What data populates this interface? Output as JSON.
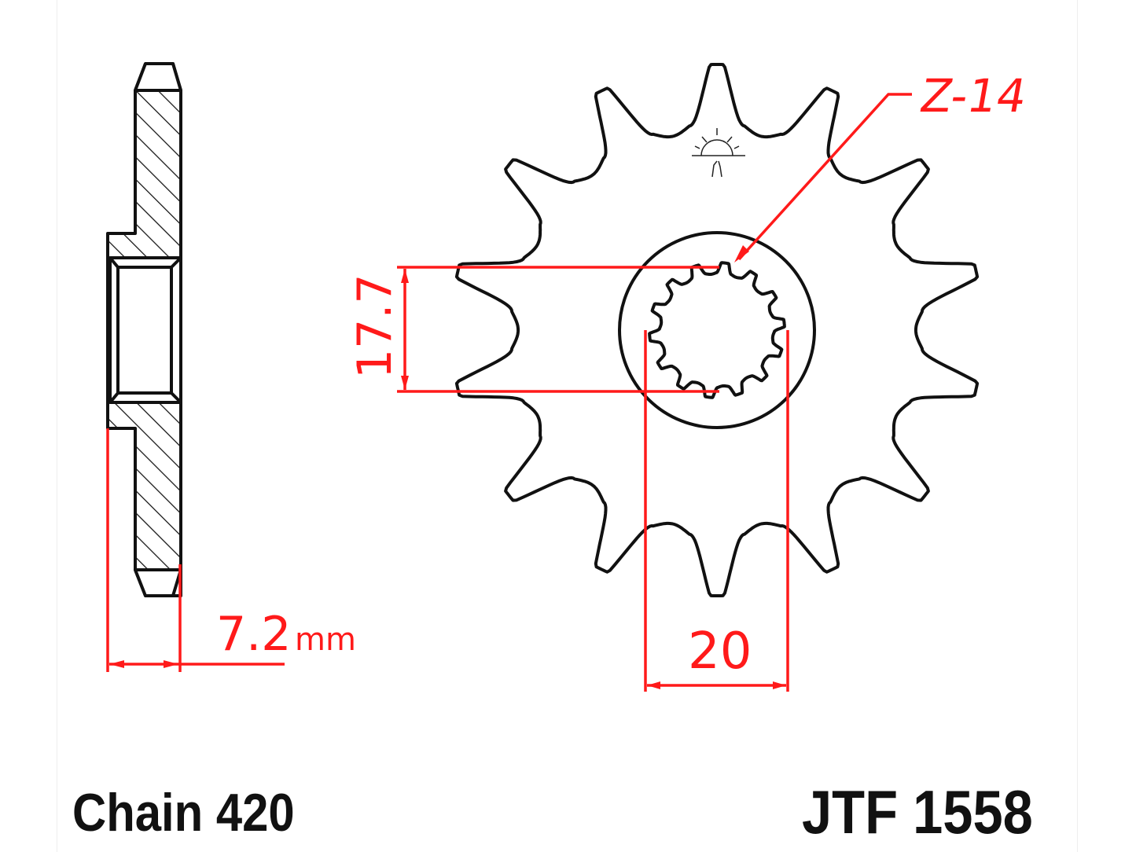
{
  "labels": {
    "teeth": "Z-14",
    "spline_dim": "17.7",
    "bore_dim": "20",
    "width_dim": "7.2",
    "width_unit": "mm"
  },
  "footer": {
    "chain": "Chain 420",
    "part_number": "JTF 1558"
  },
  "sprocket": {
    "teeth": 14,
    "splines": 14
  },
  "colors": {
    "dimension": "#ff1a1a",
    "outline": "#111111"
  }
}
